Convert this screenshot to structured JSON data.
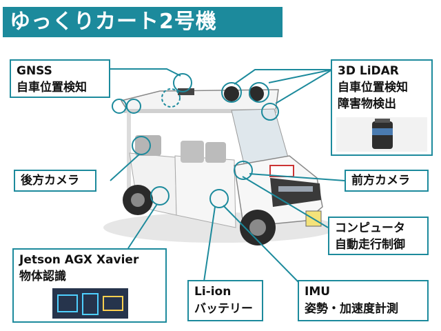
{
  "title": "ゆっくりカート2号機",
  "labels": {
    "gnss": {
      "line1": "GNSS",
      "line2": "自車位置検知"
    },
    "lidar": {
      "line1": "3D LiDAR",
      "line2": "自車位置検知",
      "line3": "障害物検出"
    },
    "rear_camera": {
      "line1": "後方カメラ"
    },
    "front_camera": {
      "line1": "前方カメラ"
    },
    "computer": {
      "line1": "コンピュータ",
      "line2": "自動走行制御"
    },
    "jetson": {
      "line1": "Jetson AGX Xavier",
      "line2": "物体認識"
    },
    "battery": {
      "line1": "Li-ion",
      "line2": "バッテリー"
    },
    "imu": {
      "line1": "IMU",
      "line2": "姿勢・加速度計測"
    }
  },
  "colors": {
    "accent": "#1c8a9c",
    "title_text": "#ffffff"
  }
}
